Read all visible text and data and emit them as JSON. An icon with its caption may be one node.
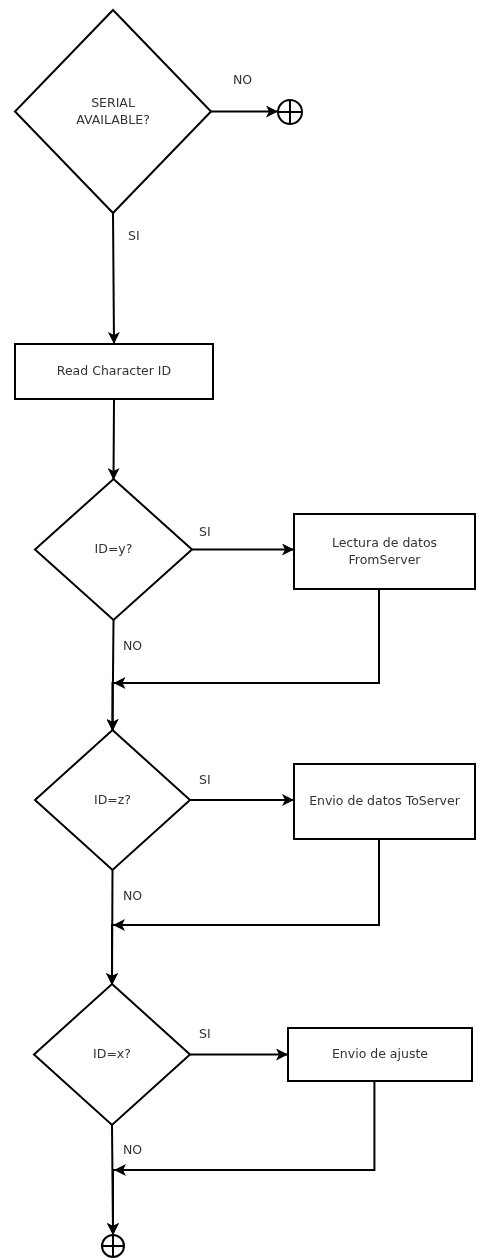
{
  "diagram": {
    "nodes": [
      {
        "text": [
          "SERIAL AVAILABLE?"
        ]
      },
      {
        "text": [],
        "shape": "circle"
      },
      {
        "text": [
          "Read Character ID"
        ]
      },
      {
        "text": [
          "ID=y?"
        ]
      },
      {
        "text": [
          "Lectura de datos FromServer"
        ]
      },
      {
        "text": [
          "ID=z?"
        ]
      },
      {
        "text": [
          "Envio de datos ToServer"
        ]
      },
      {
        "text": [
          "ID=x?"
        ]
      },
      {
        "text": [
          "Envio de ajuste"
        ]
      },
      {
        "text": [],
        "shape": "circle"
      }
    ],
    "edges": [
      {
        "from": 0,
        "to": 1,
        "arrow": "to",
        "label": "NO"
      },
      {
        "from": 0,
        "to": 2,
        "arrow": "to",
        "label": "SI"
      },
      {
        "from": 2,
        "to": 3,
        "arrow": "to"
      },
      {
        "from": 3,
        "to": 4,
        "arrow": "to",
        "label": "SI"
      },
      {
        "from": 3,
        "to": 5,
        "arrow": "to",
        "label": "NO"
      },
      {
        "from": 4,
        "to": 5,
        "arrow": "to"
      },
      {
        "from": 5,
        "to": 6,
        "arrow": "to",
        "label": "SI"
      },
      {
        "from": 5,
        "to": 7,
        "arrow": "to",
        "label": "NO"
      },
      {
        "from": 6,
        "to": 7,
        "arrow": "to"
      },
      {
        "from": 7,
        "to": 8,
        "arrow": "to",
        "label": "SI"
      },
      {
        "from": 7,
        "to": 9,
        "arrow": "to",
        "label": "NO"
      },
      {
        "from": 8,
        "to": 9,
        "arrow": "to"
      }
    ]
  }
}
